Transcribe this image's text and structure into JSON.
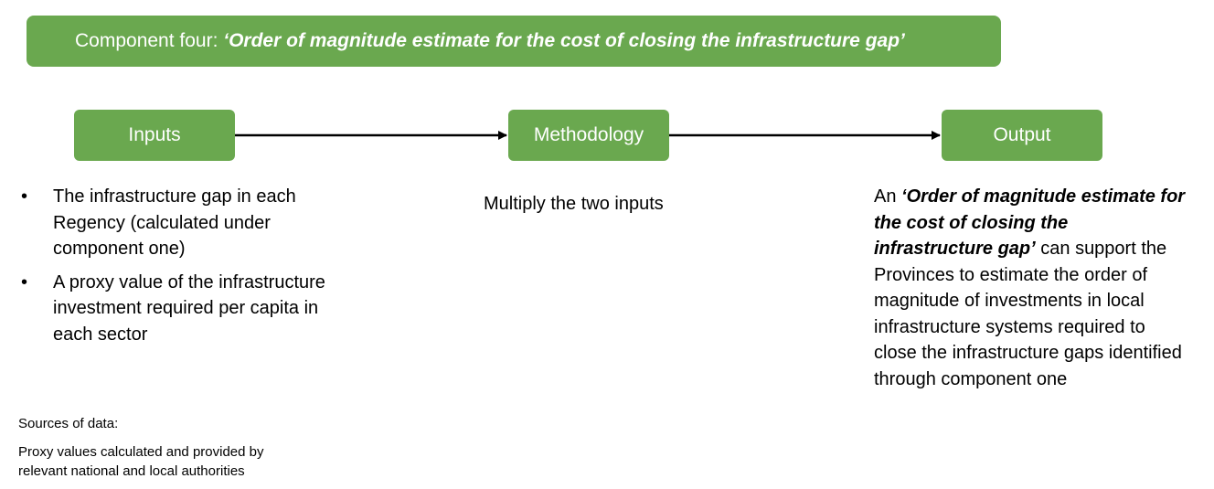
{
  "banner": {
    "prefix": "Component four: ",
    "title": "‘Order of magnitude estimate for the cost of closing the infrastructure gap’"
  },
  "stages": {
    "inputs": "Inputs",
    "methodology": "Methodology",
    "output": "Output"
  },
  "inputs": {
    "bullet_glyph": "•",
    "items": [
      "The infrastructure gap in each Regency (calculated under component one)",
      "A proxy value of the infrastructure investment required per capita in each sector"
    ]
  },
  "methodology": {
    "text": "Multiply the two inputs"
  },
  "output": {
    "lead": "An ",
    "emphasis": "‘Order of magnitude estimate for the cost of closing the infrastructure gap’",
    "rest": " can support the Provinces to estimate the order of magnitude of investments in local infrastructure systems required to close the infrastructure gaps identified through component one"
  },
  "sources": {
    "heading": "Sources of data:",
    "body": "Proxy values calculated and provided by relevant national and local authorities"
  },
  "colors": {
    "box_fill": "#6aa84f",
    "box_text": "#ffffff",
    "arrow": "#000000"
  }
}
